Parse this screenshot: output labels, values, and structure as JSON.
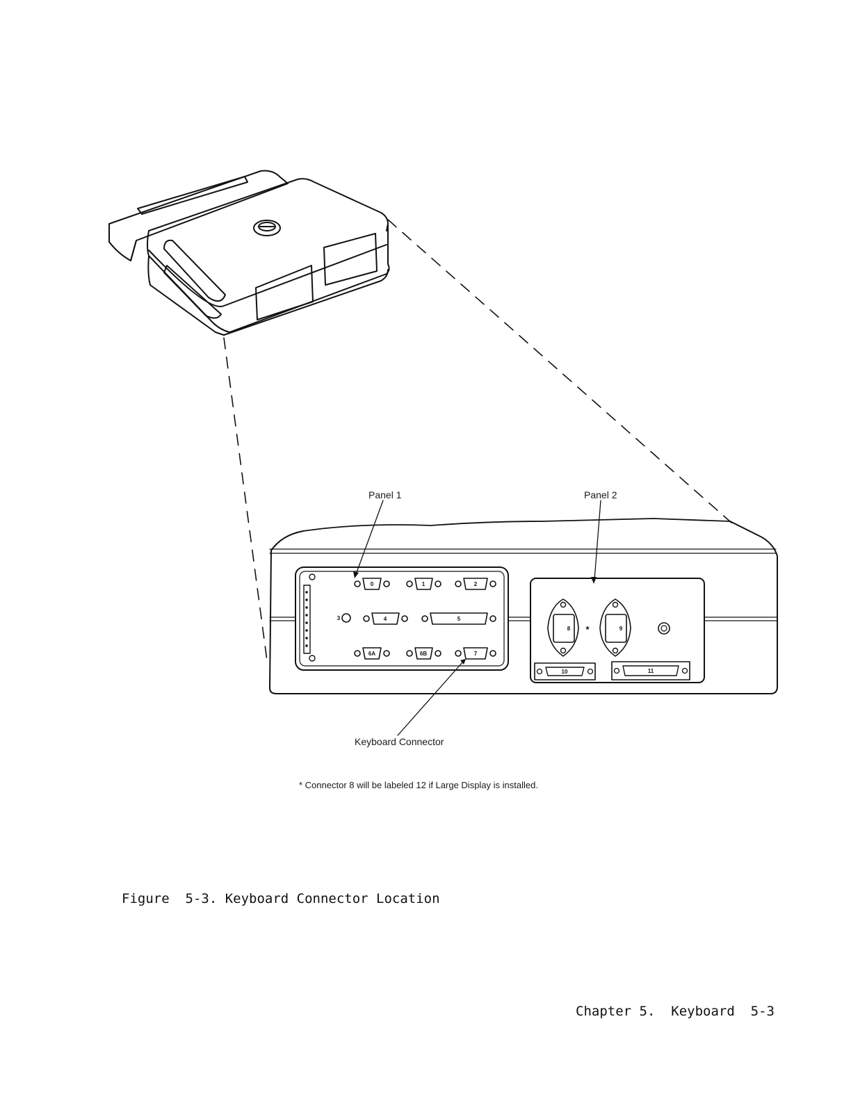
{
  "figure": {
    "callouts": {
      "panel1": "Panel 1",
      "panel2": "Panel 2",
      "keyboard_connector": "Keyboard Connector"
    },
    "connector_labels": {
      "c0": "0",
      "c1": "1",
      "c2": "2",
      "c3": "3",
      "c4": "4",
      "c5": "5",
      "c6a": "6A",
      "c6b": "6B",
      "c7": "7",
      "c8": "8",
      "c9": "9",
      "c10": "10",
      "c11": "11",
      "asterisk": "*"
    },
    "footnote": "* Connector 8 will be labeled 12 if Large Display is installed.",
    "caption": "Figure  5-3. Keyboard Connector Location"
  },
  "footer": {
    "running_text": "Chapter 5.  Keyboard  5-3"
  }
}
